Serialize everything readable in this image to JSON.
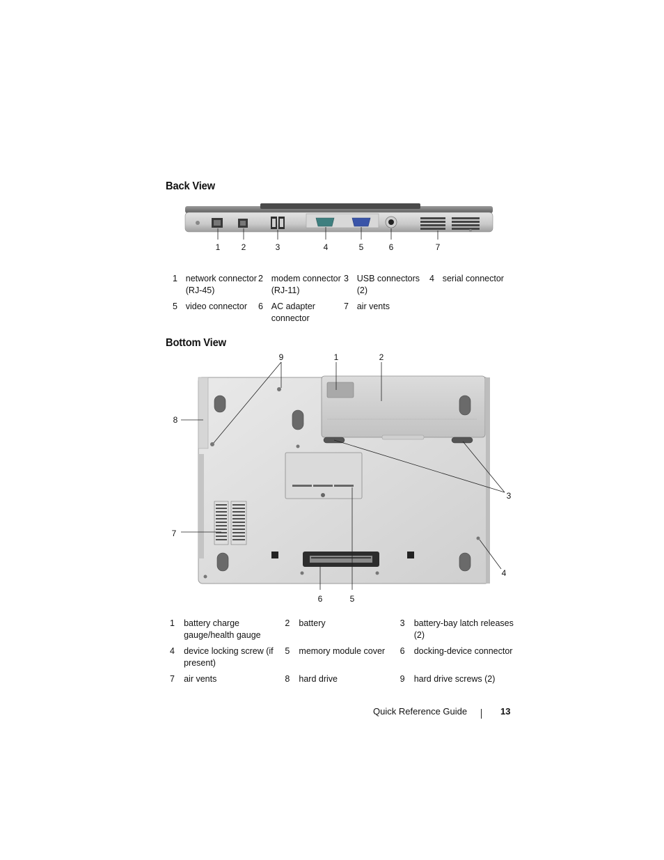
{
  "back_view": {
    "heading": "Back View",
    "callouts": [
      "1",
      "2",
      "3",
      "4",
      "5",
      "6",
      "7"
    ],
    "legend": [
      {
        "num": "1",
        "text": "network connector (RJ-45)"
      },
      {
        "num": "2",
        "text": "modem connector (RJ-11)"
      },
      {
        "num": "3",
        "text": "USB connectors (2)"
      },
      {
        "num": "4",
        "text": "serial connector"
      },
      {
        "num": "5",
        "text": "video connector"
      },
      {
        "num": "6",
        "text": "AC adapter connector"
      },
      {
        "num": "7",
        "text": "air vents"
      }
    ]
  },
  "bottom_view": {
    "heading": "Bottom View",
    "callouts": [
      "1",
      "2",
      "3",
      "4",
      "5",
      "6",
      "7",
      "8",
      "9"
    ],
    "legend": [
      {
        "num": "1",
        "text": "battery charge gauge/health gauge"
      },
      {
        "num": "2",
        "text": "battery"
      },
      {
        "num": "3",
        "text": "battery-bay latch releases (2)"
      },
      {
        "num": "4",
        "text": "device locking screw (if present)"
      },
      {
        "num": "5",
        "text": "memory module cover"
      },
      {
        "num": "6",
        "text": "docking-device connector"
      },
      {
        "num": "7",
        "text": "air vents"
      },
      {
        "num": "8",
        "text": "hard drive"
      },
      {
        "num": "9",
        "text": "hard drive screws (2)"
      }
    ]
  },
  "footer": {
    "guide_title": "Quick Reference Guide",
    "page_number": "13"
  }
}
